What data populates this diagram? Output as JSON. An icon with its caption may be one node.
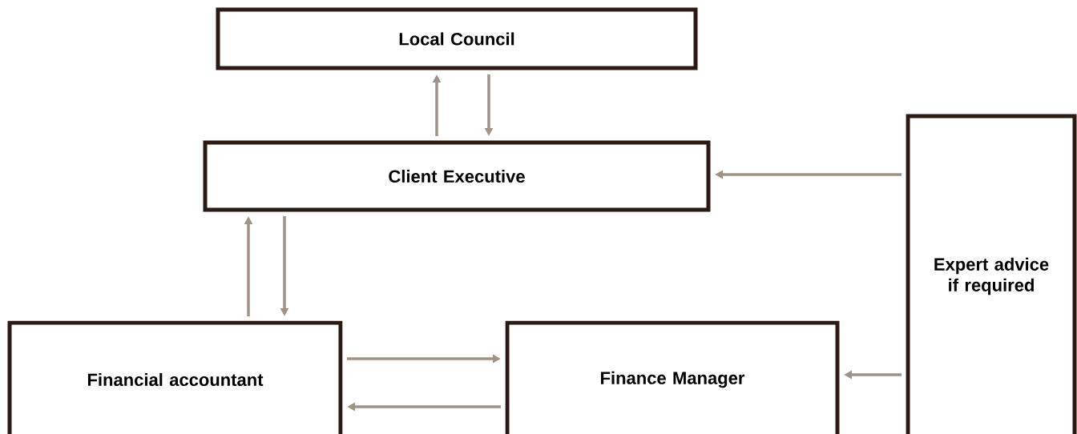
{
  "diagram": {
    "nodes": [
      {
        "text": [
          "Local Council"
        ]
      },
      {
        "text": [
          "Client Executive"
        ]
      },
      {
        "text": [
          "Expert advice if required"
        ]
      },
      {
        "text": [
          "Financial accountant"
        ]
      },
      {
        "text": [
          "Finance Manager"
        ]
      }
    ],
    "edges": [
      {
        "from": 1,
        "to": 0,
        "arrow": "to"
      },
      {
        "from": 0,
        "to": 1,
        "arrow": "to"
      },
      {
        "from": 3,
        "to": 1,
        "arrow": "to"
      },
      {
        "from": 1,
        "to": 3,
        "arrow": "to"
      },
      {
        "from": 3,
        "to": 4,
        "arrow": "to"
      },
      {
        "from": 4,
        "to": 3,
        "arrow": "to"
      },
      {
        "from": 2,
        "to": 1,
        "arrow": "to"
      },
      {
        "from": 2,
        "to": 4,
        "arrow": "to"
      }
    ]
  }
}
